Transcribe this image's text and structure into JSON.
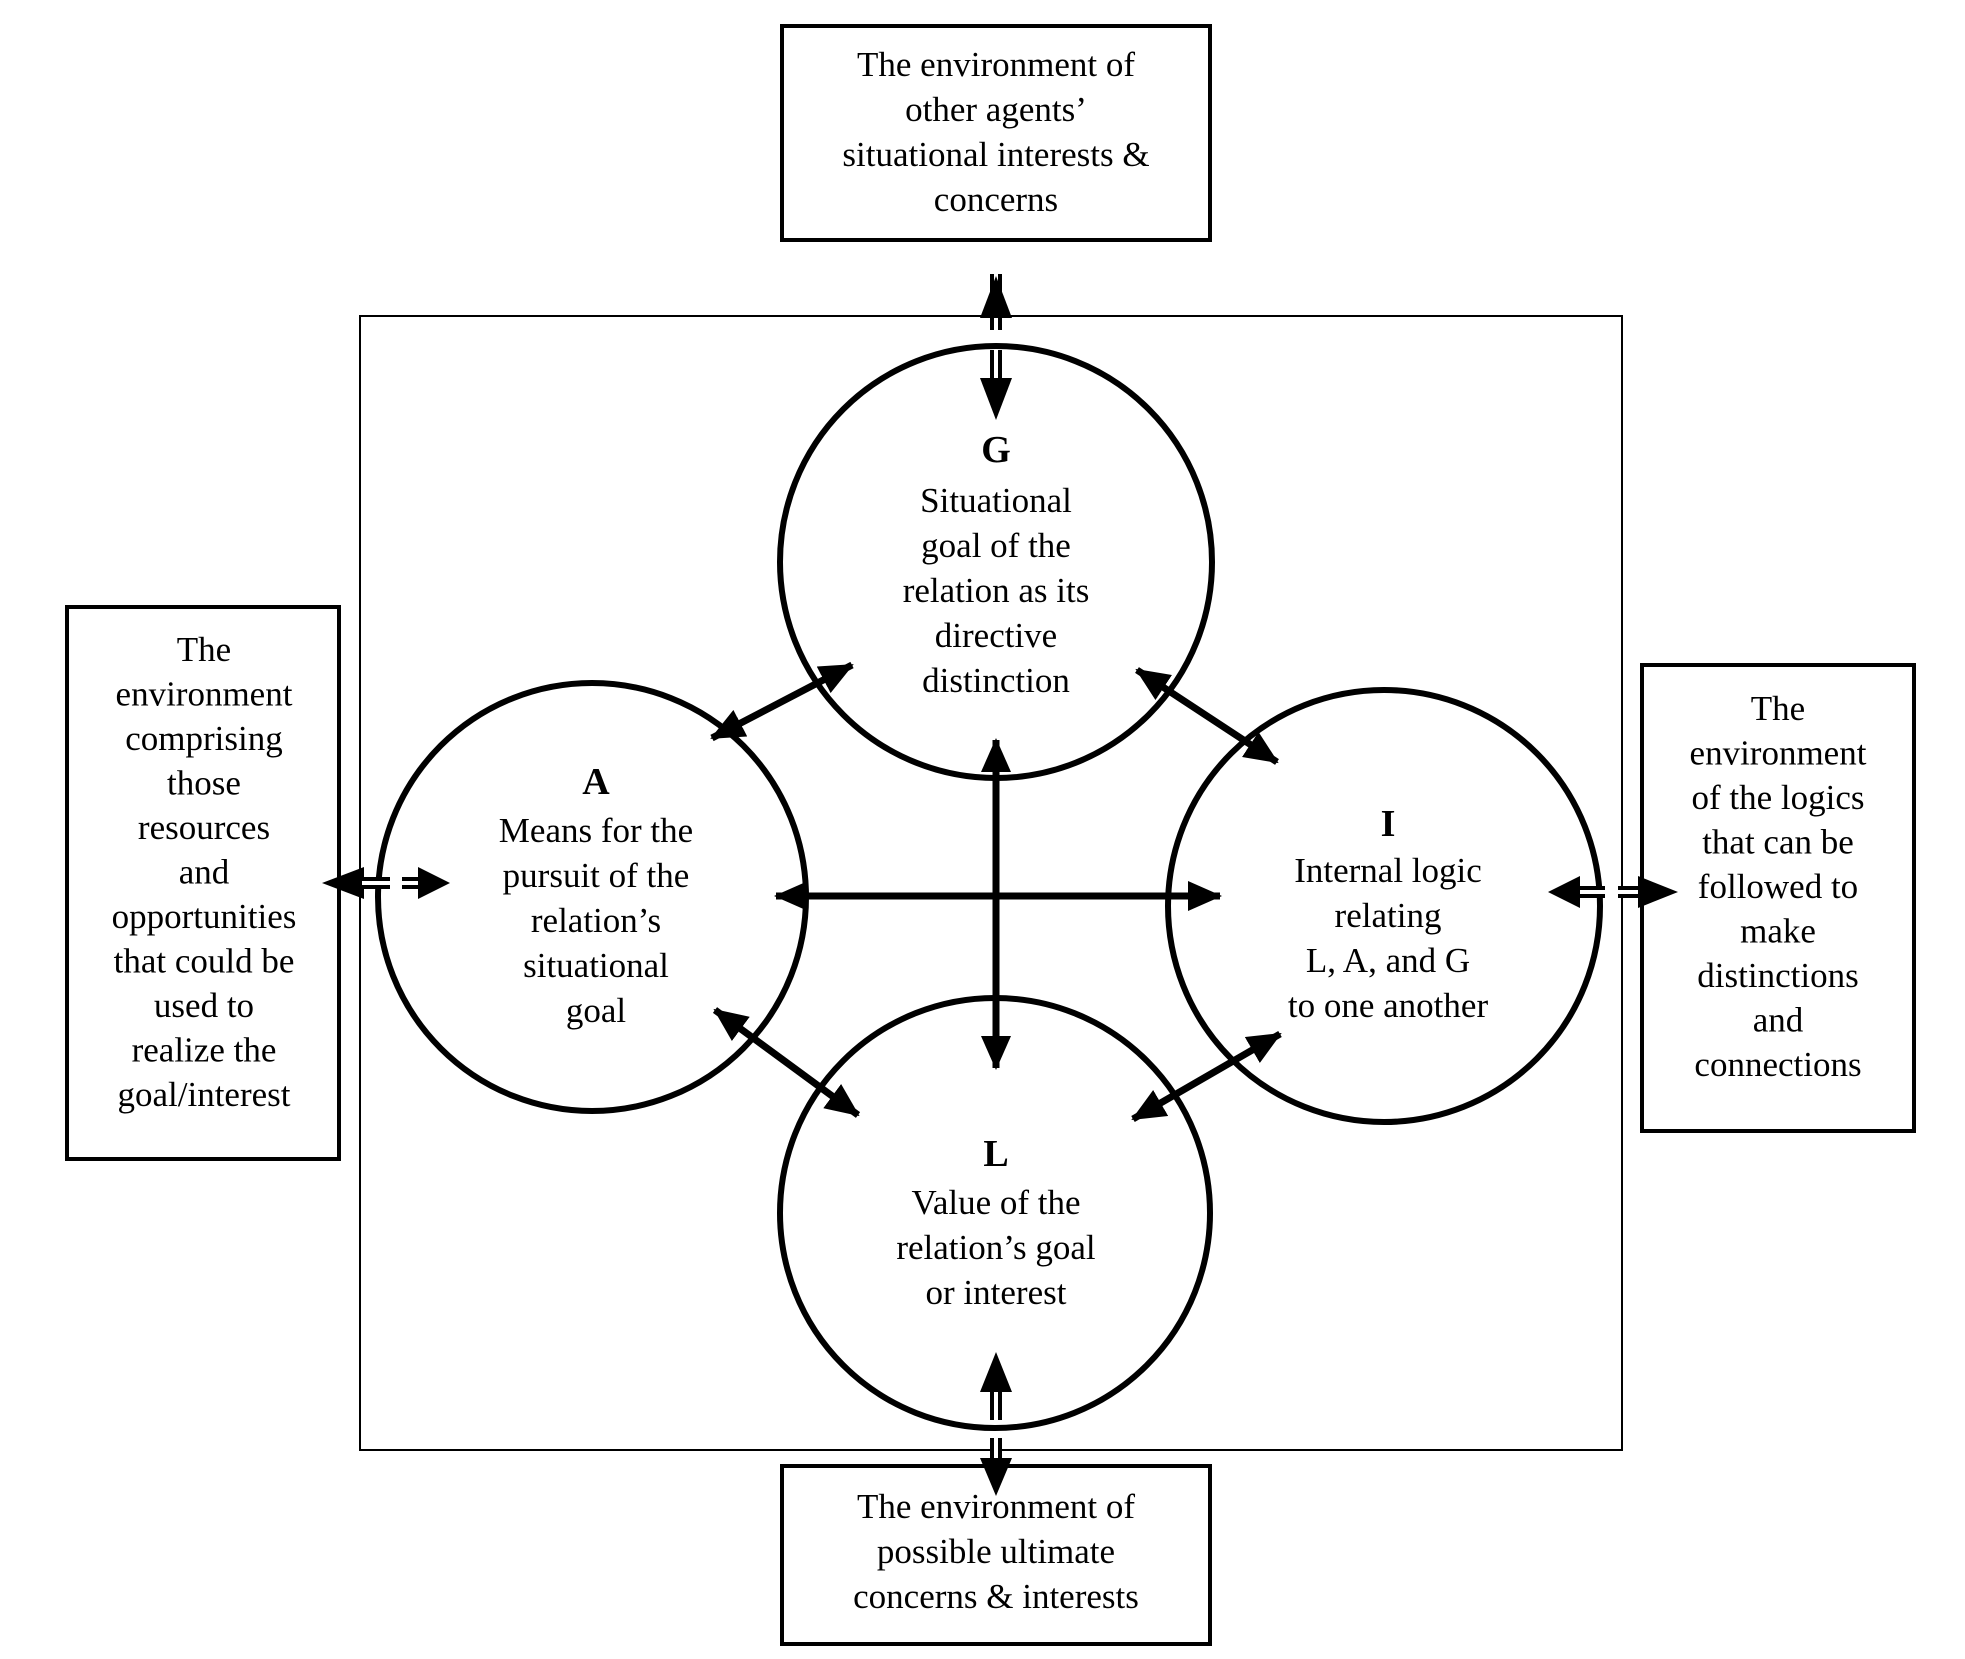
{
  "diagram": {
    "circles": {
      "G": {
        "letter": "G",
        "lines": [
          "Situational",
          "goal of the",
          "relation as its",
          "directive",
          "distinction"
        ]
      },
      "A": {
        "letter": "A",
        "lines": [
          "Means for the",
          "pursuit of the",
          "relation’s",
          "situational",
          "goal"
        ]
      },
      "I": {
        "letter": "I",
        "lines": [
          "Internal logic",
          "relating",
          "L, A, and G",
          "to one another"
        ]
      },
      "L": {
        "letter": "L",
        "lines": [
          "Value of the",
          "relation’s goal",
          "or interest"
        ]
      }
    },
    "environments": {
      "top": {
        "lines": [
          "The environment of",
          "other agents’",
          "situational interests &",
          "concerns"
        ]
      },
      "left": {
        "lines": [
          "The",
          "environment",
          "comprising",
          "those",
          "resources",
          "and",
          "opportunities",
          "that could be",
          "used to",
          "realize the",
          "goal/interest"
        ]
      },
      "right": {
        "lines": [
          "The",
          "environment",
          "of the logics",
          "that can be",
          "followed to",
          "make",
          "distinctions",
          "and",
          "connections"
        ]
      },
      "bottom": {
        "lines": [
          "The environment of",
          "possible ultimate",
          "concerns & interests"
        ]
      }
    }
  }
}
